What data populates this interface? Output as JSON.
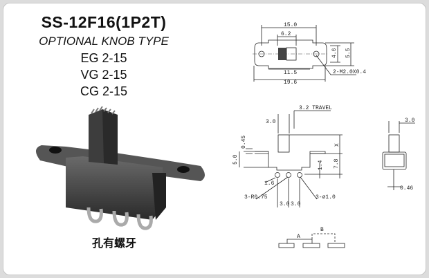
{
  "product": {
    "title": "SS-12F16(1P2T)",
    "subtitle": "OPTIONAL KNOB TYPE",
    "models": [
      "EG 2-15",
      "VG 2-15",
      "CG 2-15"
    ],
    "note": "孔有螺牙"
  },
  "top_view": {
    "d1": "15.0",
    "d2": "6.2",
    "d3": "4.6",
    "d4": "5.5",
    "d5": "11.5",
    "d6": "19.6",
    "d7": "2-M2.0X0.4"
  },
  "side_view": {
    "travel": "3.2 TRAVEL",
    "knob": "3.0",
    "t045": "0.45",
    "t50": "5.0",
    "x": "X",
    "t78": "7.8",
    "t14": "1.4",
    "t16": "1.6",
    "r": "3-R0.75",
    "phi": "3-ø1.0",
    "p1": "3.0",
    "p2": "3.0"
  },
  "end_view": {
    "w": "3.0",
    "pin": "0.46"
  },
  "schematic": {
    "a": "A",
    "b": "B"
  }
}
